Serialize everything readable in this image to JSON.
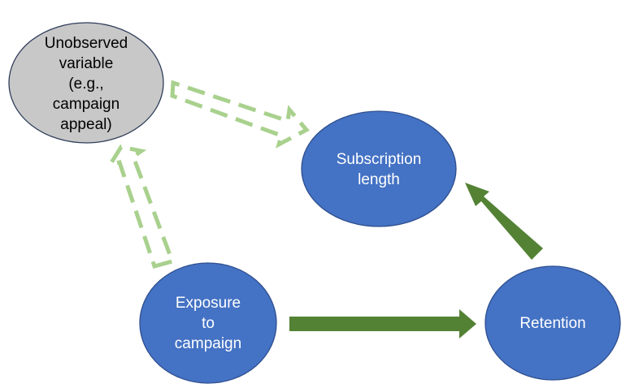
{
  "nodes": {
    "unobserved": {
      "label": "Unobserved\nvariable\n(e.g.,\ncampaign\nappeal)",
      "fill": "#c8c8c8",
      "stroke": "#2f3d5a"
    },
    "subscription": {
      "label": "Subscription\nlength",
      "fill": "#4472c4",
      "stroke": "#2f4f8f"
    },
    "exposure": {
      "label": "Exposure\nto\ncampaign",
      "fill": "#4472c4",
      "stroke": "#2f4f8f"
    },
    "retention": {
      "label": "Retention",
      "fill": "#4472c4",
      "stroke": "#2f4f8f"
    }
  },
  "edges": {
    "observed_color": "#548235",
    "unobserved_color": "#a9d18e"
  }
}
